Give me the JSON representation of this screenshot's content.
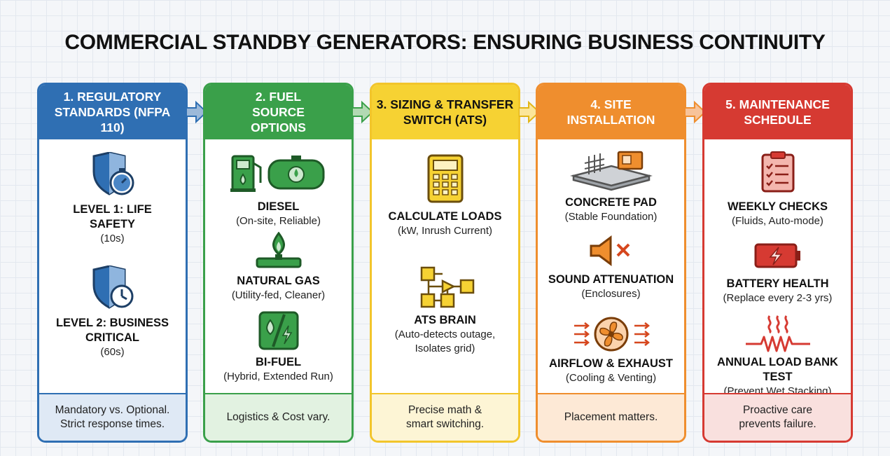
{
  "title": "COMMERCIAL STANDBY GENERATORS: ENSURING BUSINESS CONTINUITY",
  "columns": [
    {
      "heading": "1. REGULATORY STANDARDS (NFPA 110)",
      "color": "#2f6fb3",
      "items": [
        {
          "icon": "shield-stopwatch-icon",
          "title": "LEVEL 1: LIFE SAFETY",
          "subtitle": "(10s)"
        },
        {
          "icon": "shield-clock-icon",
          "title": "LEVEL 2: BUSINESS CRITICAL",
          "subtitle": "(60s)"
        }
      ],
      "footer": "Mandatory vs. Optional. Strict response times."
    },
    {
      "heading": "2. FUEL SOURCE OPTIONS",
      "color": "#3aa04a",
      "items": [
        {
          "icon": "fuel-pump-tank-icon",
          "title": "DIESEL",
          "subtitle": "(On-site, Reliable)"
        },
        {
          "icon": "gas-flame-pipe-icon",
          "title": "NATURAL GAS",
          "subtitle": "(Utility-fed, Cleaner)"
        },
        {
          "icon": "bi-fuel-icon",
          "title": "BI-FUEL",
          "subtitle": "(Hybrid, Extended Run)"
        }
      ],
      "footer": "Logistics & Cost vary."
    },
    {
      "heading": "3. SIZING & TRANSFER SWITCH (ATS)",
      "color": "#f6d233",
      "items": [
        {
          "icon": "calculator-icon",
          "title": "CALCULATE LOADS",
          "subtitle": "(kW, Inrush Current)"
        },
        {
          "icon": "logic-diagram-icon",
          "title": "ATS BRAIN",
          "subtitle": "(Auto-detects outage, Isolates grid)"
        }
      ],
      "footer": "Precise math & smart switching."
    },
    {
      "heading": "4. SITE INSTALLATION",
      "color": "#ef8e2e",
      "items": [
        {
          "icon": "concrete-pad-icon",
          "title": "CONCRETE PAD",
          "subtitle": "(Stable Foundation)"
        },
        {
          "icon": "speaker-mute-icon",
          "title": "SOUND ATTENUATION",
          "subtitle": "(Enclosures)"
        },
        {
          "icon": "fan-airflow-icon",
          "title": "AIRFLOW & EXHAUST",
          "subtitle": "(Cooling & Venting)"
        }
      ],
      "footer": "Placement matters."
    },
    {
      "heading": "5. MAINTENANCE SCHEDULE",
      "color": "#d63a32",
      "items": [
        {
          "icon": "clipboard-checklist-icon",
          "title": "WEEKLY CHECKS",
          "subtitle": "(Fluids, Auto-mode)"
        },
        {
          "icon": "battery-icon",
          "title": "BATTERY HEALTH",
          "subtitle": "(Replace every 2-3 yrs)"
        },
        {
          "icon": "heat-resistor-icon",
          "title": "ANNUAL LOAD BANK TEST",
          "subtitle": "(Prevent Wet Stacking)"
        }
      ],
      "footer": "Proactive care prevents failure."
    }
  ]
}
